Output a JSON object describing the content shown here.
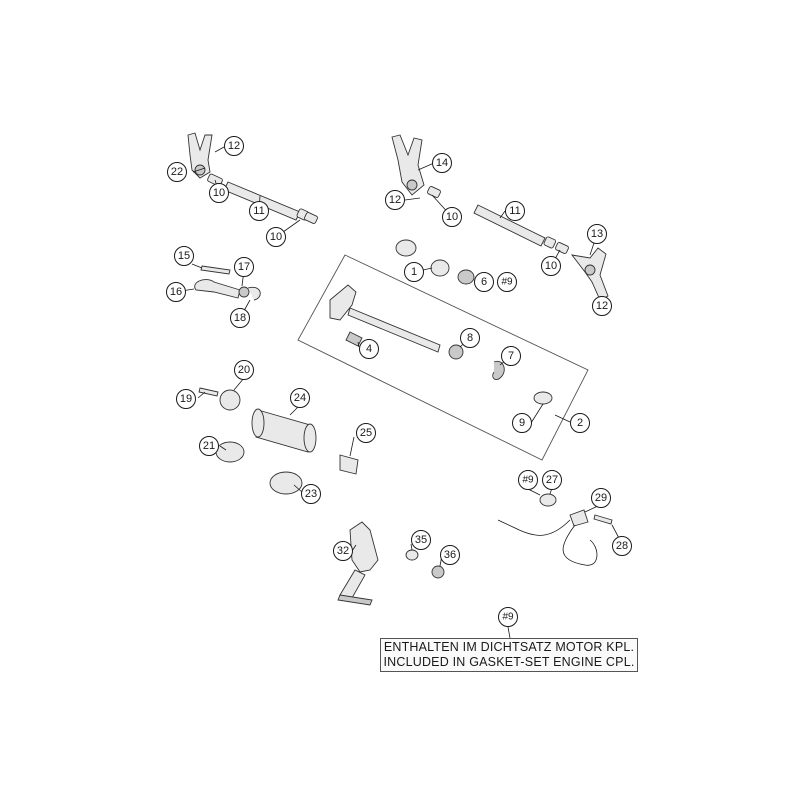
{
  "callouts": [
    {
      "id": "c1",
      "label": "1"
    },
    {
      "id": "c2",
      "label": "2"
    },
    {
      "id": "c4",
      "label": "4"
    },
    {
      "id": "c6",
      "label": "6"
    },
    {
      "id": "c9a",
      "label": "#9"
    },
    {
      "id": "c7",
      "label": "7"
    },
    {
      "id": "c8",
      "label": "8"
    },
    {
      "id": "c9",
      "label": "9"
    },
    {
      "id": "c10a",
      "label": "10"
    },
    {
      "id": "c10b",
      "label": "10"
    },
    {
      "id": "c10c",
      "label": "10"
    },
    {
      "id": "c10d",
      "label": "10"
    },
    {
      "id": "c11a",
      "label": "11"
    },
    {
      "id": "c11b",
      "label": "11"
    },
    {
      "id": "c12a",
      "label": "12"
    },
    {
      "id": "c12b",
      "label": "12"
    },
    {
      "id": "c12c",
      "label": "12"
    },
    {
      "id": "c13",
      "label": "13"
    },
    {
      "id": "c14",
      "label": "14"
    },
    {
      "id": "c15",
      "label": "15"
    },
    {
      "id": "c16",
      "label": "16"
    },
    {
      "id": "c17",
      "label": "17"
    },
    {
      "id": "c18",
      "label": "18"
    },
    {
      "id": "c19",
      "label": "19"
    },
    {
      "id": "c20",
      "label": "20"
    },
    {
      "id": "c21",
      "label": "21"
    },
    {
      "id": "c22",
      "label": "22"
    },
    {
      "id": "c23",
      "label": "23"
    },
    {
      "id": "c24",
      "label": "24"
    },
    {
      "id": "c25",
      "label": "25"
    },
    {
      "id": "c9b",
      "label": "#9"
    },
    {
      "id": "c27",
      "label": "27"
    },
    {
      "id": "c28",
      "label": "28"
    },
    {
      "id": "c29",
      "label": "29"
    },
    {
      "id": "c32",
      "label": "32"
    },
    {
      "id": "c35",
      "label": "35"
    },
    {
      "id": "c36",
      "label": "36"
    },
    {
      "id": "c9c",
      "label": "#9"
    }
  ],
  "note": {
    "line1": "ENTHALTEN IM DICHTSATZ MOTOR KPL.",
    "line2": "INCLUDED IN GASKET-SET ENGINE CPL."
  }
}
